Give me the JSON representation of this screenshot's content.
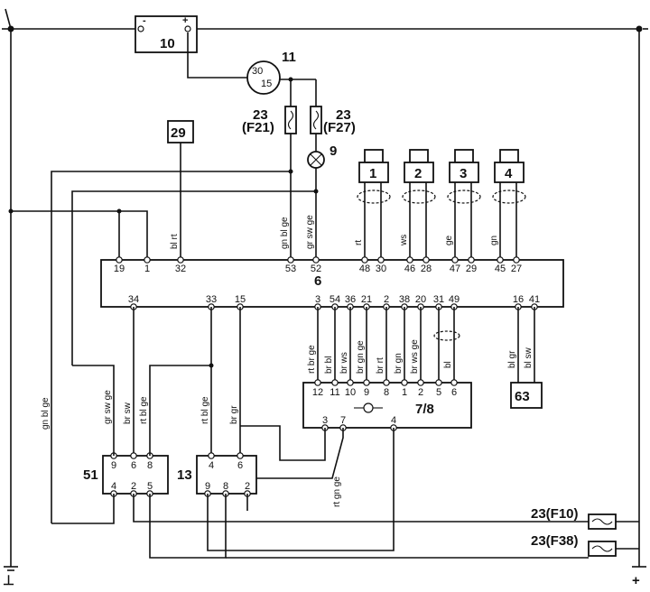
{
  "components": {
    "c10": "10",
    "c11": "11",
    "c11_t30": "30",
    "c11_t15": "15",
    "c9": "9",
    "c29": "29",
    "c6": "6",
    "c78": "7/8",
    "c63": "63",
    "c51": "51",
    "c13": "13",
    "f21_num": "23",
    "f21_id": "(F21)",
    "f27_num": "23",
    "f27_id": "(F27)",
    "f10": "23(F10)",
    "f38": "23(F38)",
    "inj1": "1",
    "inj2": "2",
    "inj3": "3",
    "inj4": "4"
  },
  "terminals": {
    "c10_minus": "-",
    "c10_plus": "+",
    "ground_left": "⊥",
    "plus_right": "+"
  },
  "ecu_top_pins": [
    "19",
    "1",
    "32",
    "53",
    "52",
    "48",
    "30",
    "46",
    "28",
    "47",
    "29",
    "45",
    "27"
  ],
  "ecu_bottom_pins": [
    "34",
    "33",
    "15",
    "3",
    "54",
    "36",
    "21",
    "2",
    "38",
    "20",
    "31",
    "49",
    "16",
    "41"
  ],
  "c78_pins": [
    "12",
    "11",
    "10",
    "9",
    "8",
    "1",
    "2",
    "5",
    "6"
  ],
  "c78_bottom_pins": [
    "3",
    "7",
    "4"
  ],
  "c51_top_pins": [
    "9",
    "6",
    "8"
  ],
  "c51_bottom_pins": [
    "4",
    "2",
    "5"
  ],
  "c13_top_pins": [
    "4",
    "6"
  ],
  "c13_bottom_pins": [
    "9",
    "8",
    "2"
  ],
  "wire_labels": {
    "w_c29": "bl rt",
    "w_53": "gn bl ge",
    "w_52": "gr sw ge",
    "w_48": "rt",
    "w_46": "ws",
    "w_47": "ge",
    "w_45": "gn",
    "w_3": "rt br ge",
    "w_54": "br bl",
    "w_36": "br ws",
    "w_21": "br gn ge",
    "w_2": "br rt",
    "w_38": "br gn",
    "w_20": "br ws ge",
    "w_31": "bl",
    "w_16": "bl gr",
    "w_41": "bl sw",
    "w_51a": "gn bl ge",
    "w_51b": "gr sw ge",
    "w_51c": "br sw",
    "w_51d": "rt bl ge",
    "w_13a": "rt bl ge",
    "w_13b": "br gr",
    "w_78_7": "rt gn ge"
  }
}
